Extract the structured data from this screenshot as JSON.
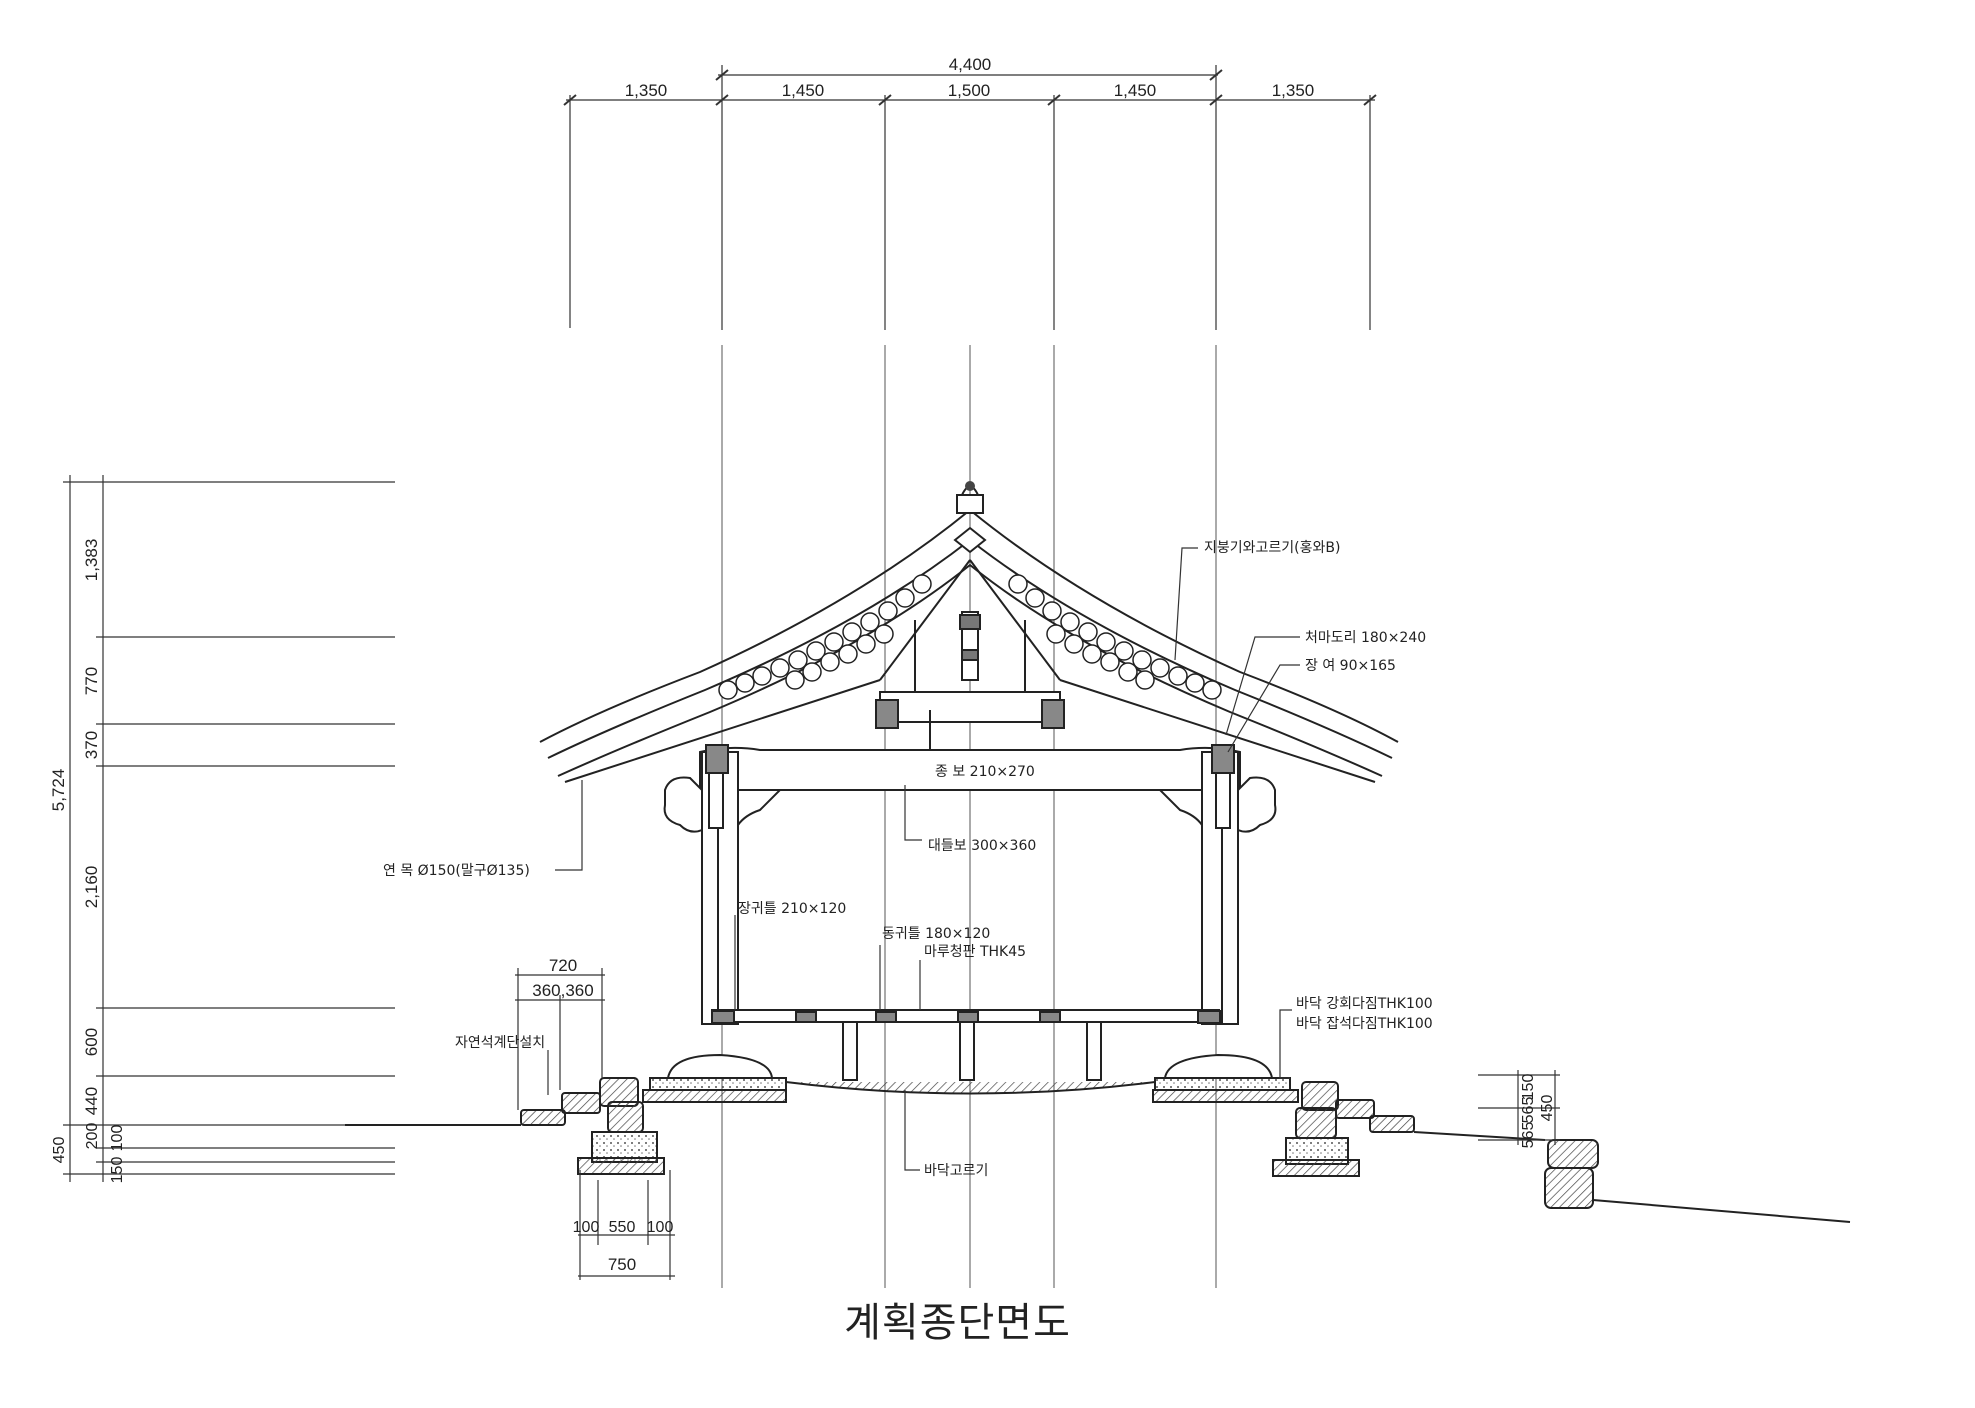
{
  "title": "계획종단면도",
  "top_dimensions": {
    "overall": "4,400",
    "spans": [
      "1,350",
      "1,450",
      "1,500",
      "1,450",
      "1,350"
    ]
  },
  "left_dimensions": {
    "total": "5,724",
    "segments": [
      "1,383",
      "770",
      "370",
      "2,160",
      "600",
      "440",
      "200",
      "150",
      "100"
    ],
    "base": "450"
  },
  "stair_dimensions": {
    "top": "720",
    "pair": "360,360",
    "bottom_parts": [
      "100",
      "550",
      "100"
    ],
    "bottom_total": "750"
  },
  "right_dimensions": [
    "150",
    "565",
    "565",
    "450"
  ],
  "annotations": {
    "roof_tile": "지붕기와고르기(홍와B)",
    "eave_purlin": "처마도리 180×240",
    "beam_support": "장 여 90×165",
    "upper_beam": "종 보 210×270",
    "main_beam": "대들보 300×360",
    "rafter": "연 목 Ø150(말구Ø135)",
    "girt_long": "장귀틀 210×120",
    "girt_short": "동귀틀 180×120",
    "floor_board": "마루청판 THK45",
    "stair_stone": "자연석계단설치",
    "floor_lime": "바닥 강회다짐THK100",
    "floor_gravel": "바닥 잡석다짐THK100",
    "floor_level": "바닥고르기"
  }
}
